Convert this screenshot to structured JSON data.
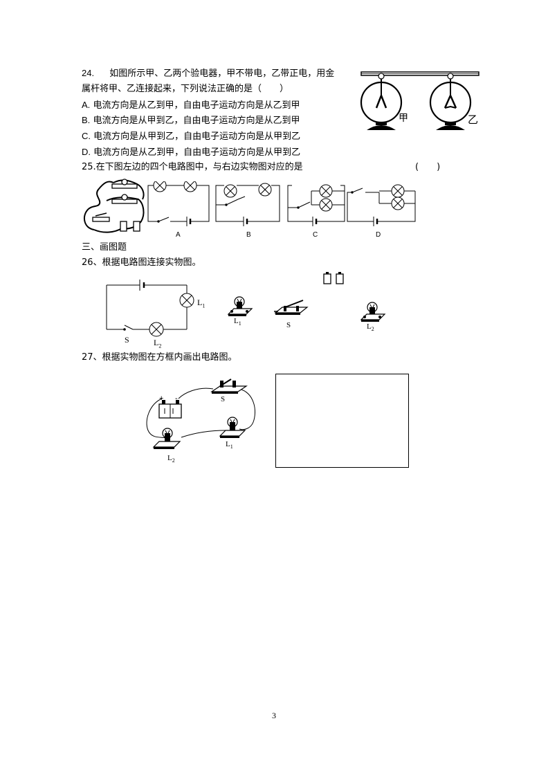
{
  "q24": {
    "number": "24.",
    "stem_line1": "如图所示甲、乙两个验电器，甲不带电，乙带正电，用金",
    "stem_line2": "属杆将甲、乙连接起来，下列说法正确的是（　　）",
    "options": [
      {
        "letter": "A.",
        "text": "电流方向是从乙到甲，自由电子运动方向是从乙到甲"
      },
      {
        "letter": "B.",
        "text": "电流方向是从甲到乙，自由电子运动方向是从乙到甲"
      },
      {
        "letter": "C.",
        "text": "电流方向是从甲到乙，自由电子运动方向是从甲到乙"
      },
      {
        "letter": "D.",
        "text": "电流方向是从乙到甲，自由电子运动方向是从甲到乙"
      }
    ],
    "label_jia": "甲",
    "label_yi": "乙"
  },
  "q25": {
    "stem": "25.在下图左边的四个电路图中，与右边实物图对应的是",
    "paren": "(　　)",
    "captions": [
      "A",
      "B",
      "C",
      "D"
    ]
  },
  "section3": {
    "title": "三、画图题"
  },
  "q26": {
    "stem": "26、根据电路图连接实物图。",
    "labels": {
      "L1": "L",
      "L1_sub": "1",
      "L2": "L",
      "L2_sub": "2",
      "S": "S"
    }
  },
  "q27": {
    "stem": "27、根据实物图在方框内画出电路图。",
    "labels": {
      "S": "S",
      "L1": "L",
      "L1_sub": "1",
      "L2": "L",
      "L2_sub": "2",
      "plus": "+",
      "minus": "-"
    }
  },
  "page_number": "3"
}
